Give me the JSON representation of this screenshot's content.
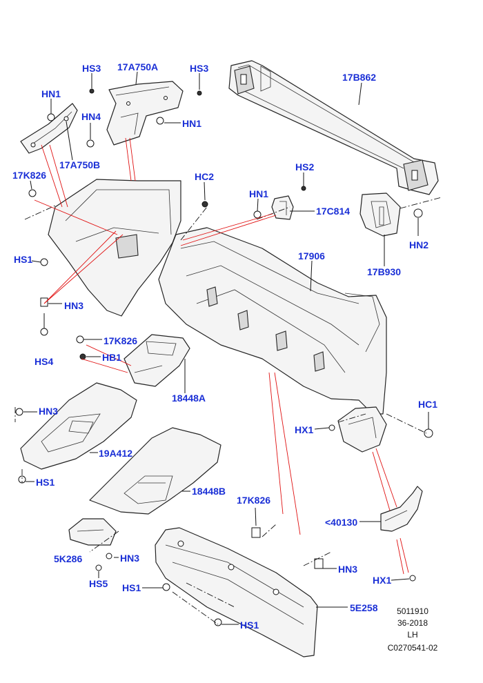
{
  "diagram": {
    "callouts": [
      {
        "id": "HS3_a",
        "text": "HS3"
      },
      {
        "id": "17A750A",
        "text": "17A750A"
      },
      {
        "id": "HS3_b",
        "text": "HS3"
      },
      {
        "id": "17B862",
        "text": "17B862"
      },
      {
        "id": "HN1_a",
        "text": "HN1"
      },
      {
        "id": "HN4",
        "text": "HN4"
      },
      {
        "id": "HN1_b",
        "text": "HN1"
      },
      {
        "id": "17A750B",
        "text": "17A750B"
      },
      {
        "id": "17K826_a",
        "text": "17K826"
      },
      {
        "id": "HC2",
        "text": "HC2"
      },
      {
        "id": "HS2",
        "text": "HS2"
      },
      {
        "id": "HN1_c",
        "text": "HN1"
      },
      {
        "id": "17C814",
        "text": "17C814"
      },
      {
        "id": "HN2",
        "text": "HN2"
      },
      {
        "id": "HS1_a",
        "text": "HS1"
      },
      {
        "id": "17906",
        "text": "17906"
      },
      {
        "id": "17B930",
        "text": "17B930"
      },
      {
        "id": "HN3_a",
        "text": "HN3"
      },
      {
        "id": "HS4",
        "text": "HS4"
      },
      {
        "id": "17K826_b",
        "text": "17K826"
      },
      {
        "id": "HB1",
        "text": "HB1"
      },
      {
        "id": "18448A",
        "text": "18448A"
      },
      {
        "id": "HN3_b",
        "text": "HN3"
      },
      {
        "id": "HC1",
        "text": "HC1"
      },
      {
        "id": "HX1_a",
        "text": "HX1"
      },
      {
        "id": "19A412",
        "text": "19A412"
      },
      {
        "id": "HS1_b",
        "text": "HS1"
      },
      {
        "id": "18448B",
        "text": "18448B"
      },
      {
        "id": "17K826_c",
        "text": "17K826"
      },
      {
        "id": "40130",
        "text": "<40130"
      },
      {
        "id": "5K286",
        "text": "5K286"
      },
      {
        "id": "HN3_c",
        "text": "HN3"
      },
      {
        "id": "HN3_d",
        "text": "HN3"
      },
      {
        "id": "HX1_b",
        "text": "HX1"
      },
      {
        "id": "HS5",
        "text": "HS5"
      },
      {
        "id": "HS1_c",
        "text": "HS1"
      },
      {
        "id": "5E258",
        "text": "5E258"
      },
      {
        "id": "HS1_d",
        "text": "HS1"
      }
    ],
    "reference": {
      "line1": "5011910",
      "line2": "36-2018",
      "line3": "LH",
      "line4": "C0270541-02"
    },
    "colors": {
      "callout_text": "#1a2fd6",
      "red_lines": "#e01010",
      "linework": "#222222"
    }
  }
}
